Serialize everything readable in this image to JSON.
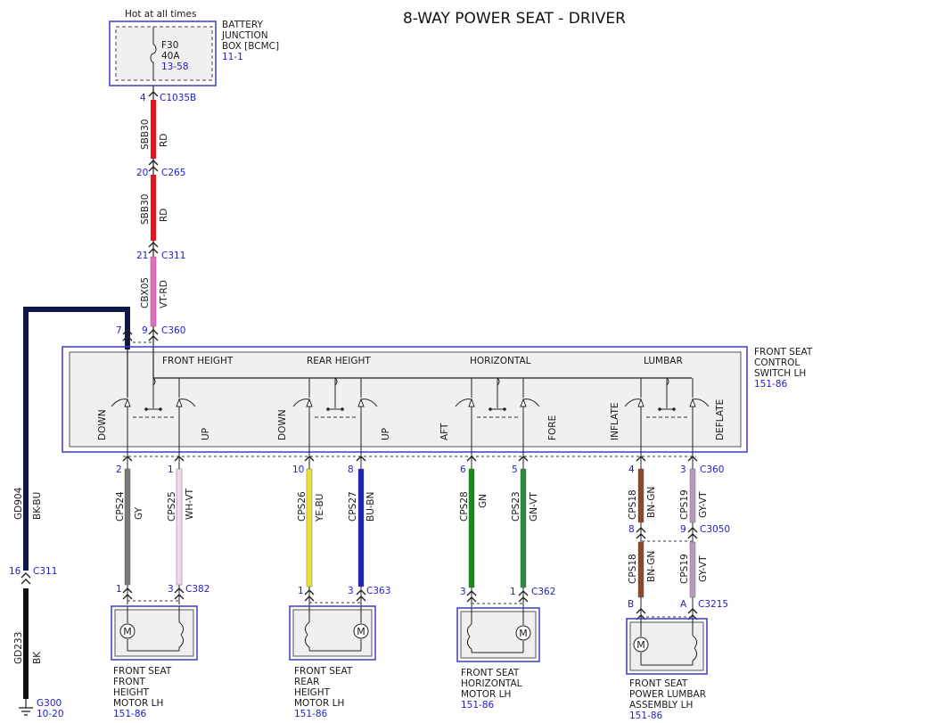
{
  "title": "8-WAY POWER SEAT - DRIVER",
  "colors": {
    "RD": "#e8141c",
    "VT-RD": "#e070c0",
    "BK-BU": "#101848",
    "BK": "#111111",
    "GY": "#7a7a7a",
    "WH-VT": "#f4d6ee",
    "YE-BU": "#e6e23a",
    "BU-BN": "#2424b4",
    "GN": "#1a8a1a",
    "GN-VT": "#2c8a3c",
    "BN-GN": "#8a4a2a",
    "GY-VT": "#b89ac0",
    "ref_blue": "#2020c8"
  },
  "bjb": {
    "hot_label": "Hot at all times",
    "fuse": "F30",
    "amps": "40A",
    "fuse_ref": "13-58",
    "name_lines": [
      "BATTERY",
      "JUNCTION",
      "BOX [BCMC]"
    ],
    "ref": "11-1"
  },
  "feed": {
    "c1035b_pin": "4",
    "c1035b": "C1035B",
    "w1_circuit": "SBB30",
    "w1_color": "RD",
    "c265_pin": "20",
    "c265": "C265",
    "w2_circuit": "SBB30",
    "w2_color": "RD",
    "c311_pin": "21",
    "c311": "C311",
    "w3_circuit": "CBX05",
    "w3_color": "VT-RD",
    "c360_pin7": "7",
    "c360_pin9": "9",
    "c360": "C360"
  },
  "ground": {
    "gd904_circuit": "GD904",
    "gd904_color": "BK-BU",
    "c311_pin": "16",
    "c311": "C311",
    "gd233_circuit": "GD233",
    "gd233_color": "BK",
    "g300": "G300",
    "g300_ref": "10-20"
  },
  "switch": {
    "name_lines": [
      "FRONT SEAT",
      "CONTROL",
      "SWITCH LH"
    ],
    "ref": "151-86",
    "sections": [
      "FRONT HEIGHT",
      "REAR HEIGHT",
      "HORIZONTAL",
      "LUMBAR"
    ],
    "dirs": [
      "DOWN",
      "UP",
      "DOWN",
      "UP",
      "AFT",
      "FORE",
      "INFLATE",
      "DEFLATE"
    ]
  },
  "wires": [
    {
      "pin": "2",
      "circuit": "CPS24",
      "color": "GY",
      "end_pin": "1"
    },
    {
      "pin": "1",
      "circuit": "CPS25",
      "color": "WH-VT",
      "end_pin": "3",
      "end_conn": "C382"
    },
    {
      "pin": "10",
      "circuit": "CPS26",
      "color": "YE-BU",
      "end_pin": "1"
    },
    {
      "pin": "8",
      "circuit": "CPS27",
      "color": "BU-BN",
      "end_pin": "3",
      "end_conn": "C363"
    },
    {
      "pin": "6",
      "circuit": "CPS28",
      "color": "GN",
      "end_pin": "3"
    },
    {
      "pin": "5",
      "circuit": "CPS23",
      "color": "GN-VT",
      "end_pin": "1",
      "end_conn": "C362"
    },
    {
      "pin": "4",
      "circuit": "CPS18",
      "color": "BN-GN",
      "mid_pin": "8",
      "end_pin": "B"
    },
    {
      "pin": "3",
      "circuit": "CPS19",
      "color": "GY-VT",
      "mid_pin": "9",
      "end_pin": "A",
      "end_conn": "C3215"
    }
  ],
  "conn_c360_lower": "C360",
  "conn_c3050": "C3050",
  "lumbar_lower": [
    {
      "circuit": "CPS18",
      "color": "BN-GN"
    },
    {
      "circuit": "CPS19",
      "color": "GY-VT"
    }
  ],
  "motors": [
    {
      "name_lines": [
        "FRONT SEAT",
        "FRONT",
        "HEIGHT",
        "MOTOR LH"
      ],
      "ref": "151-86",
      "m": "M"
    },
    {
      "name_lines": [
        "FRONT SEAT",
        "REAR",
        "HEIGHT",
        "MOTOR LH"
      ],
      "ref": "151-86",
      "m": "M"
    },
    {
      "name_lines": [
        "FRONT SEAT",
        "HORIZONTAL",
        "MOTOR LH"
      ],
      "ref": "151-86",
      "m": "M"
    },
    {
      "name_lines": [
        "FRONT SEAT",
        "POWER LUMBAR",
        "ASSEMBLY LH"
      ],
      "ref": "151-86",
      "m": "M"
    }
  ]
}
